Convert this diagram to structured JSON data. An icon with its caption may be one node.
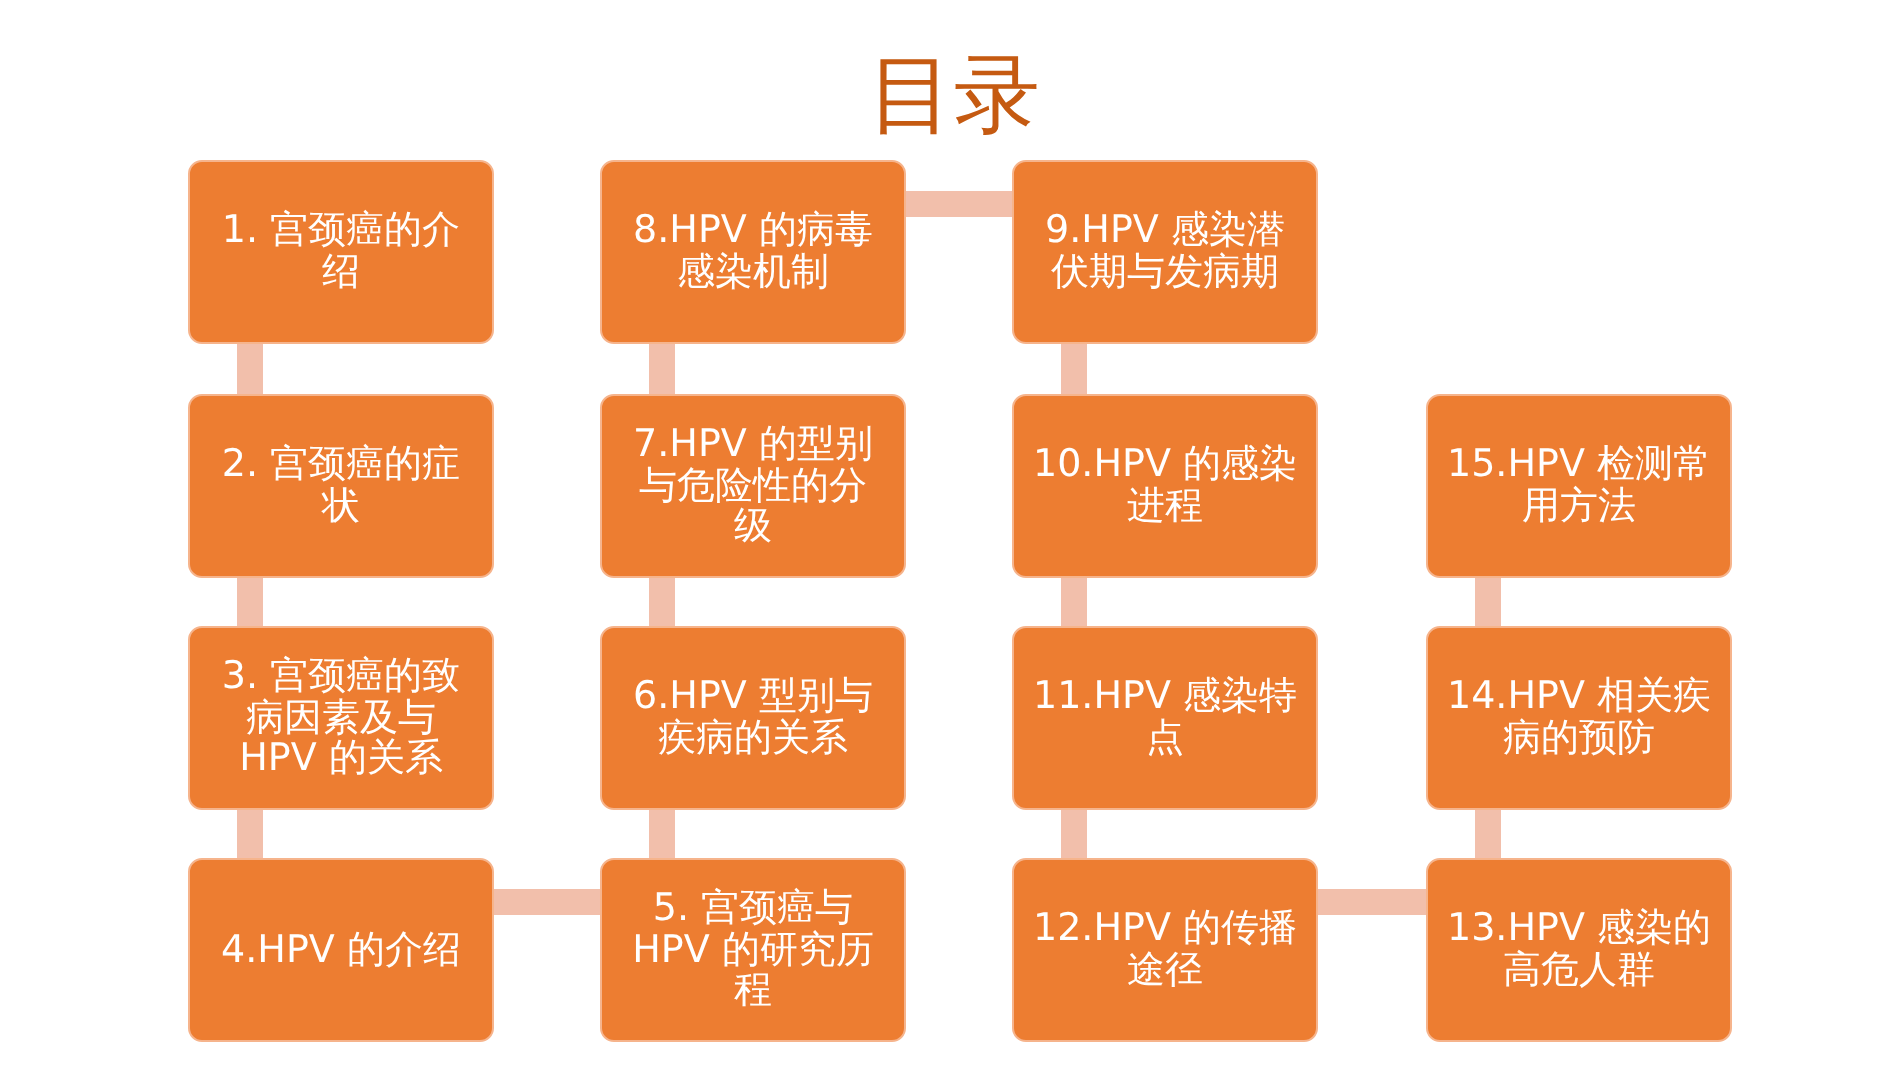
{
  "diagram": {
    "title": "目录",
    "nodes": [
      {
        "text": [
          "1. 宫颈癌的介绍"
        ]
      },
      {
        "text": [
          "2. 宫颈癌的症状"
        ]
      },
      {
        "text": [
          "3. 宫颈癌的致病因素及与 HPV 的关系"
        ]
      },
      {
        "text": [
          "4.HPV 的介绍"
        ]
      },
      {
        "text": [
          "5. 宫颈癌与 HPV 的研究历程"
        ]
      },
      {
        "text": [
          "6.HPV 型别与疾病的关系"
        ]
      },
      {
        "text": [
          "7.HPV 的型别与危险性的分级"
        ]
      },
      {
        "text": [
          "8.HPV 的病毒感染机制"
        ]
      },
      {
        "text": [
          "9.HPV 感染潜伏期与发病期"
        ]
      },
      {
        "text": [
          "10.HPV 的感染进程"
        ]
      },
      {
        "text": [
          "11.HPV 感染特点"
        ]
      },
      {
        "text": [
          "12.HPV 的传播途径"
        ]
      },
      {
        "text": [
          "13.HPV 感染的高危人群"
        ]
      },
      {
        "text": [
          "14.HPV 相关疾病的预防"
        ]
      },
      {
        "text": [
          "15.HPV 检测常用方法"
        ]
      }
    ],
    "edges": [
      {
        "from": 0,
        "to": 1,
        "arrow": "none"
      },
      {
        "from": 1,
        "to": 2,
        "arrow": "none"
      },
      {
        "from": 2,
        "to": 3,
        "arrow": "none"
      },
      {
        "from": 3,
        "to": 4,
        "arrow": "none"
      },
      {
        "from": 4,
        "to": 5,
        "arrow": "none"
      },
      {
        "from": 5,
        "to": 6,
        "arrow": "none"
      },
      {
        "from": 6,
        "to": 7,
        "arrow": "none"
      },
      {
        "from": 7,
        "to": 8,
        "arrow": "none"
      },
      {
        "from": 8,
        "to": 9,
        "arrow": "none"
      },
      {
        "from": 9,
        "to": 10,
        "arrow": "none"
      },
      {
        "from": 10,
        "to": 11,
        "arrow": "none"
      },
      {
        "from": 11,
        "to": 12,
        "arrow": "none"
      },
      {
        "from": 12,
        "to": 13,
        "arrow": "none"
      },
      {
        "from": 13,
        "to": 14,
        "arrow": "none"
      }
    ]
  }
}
